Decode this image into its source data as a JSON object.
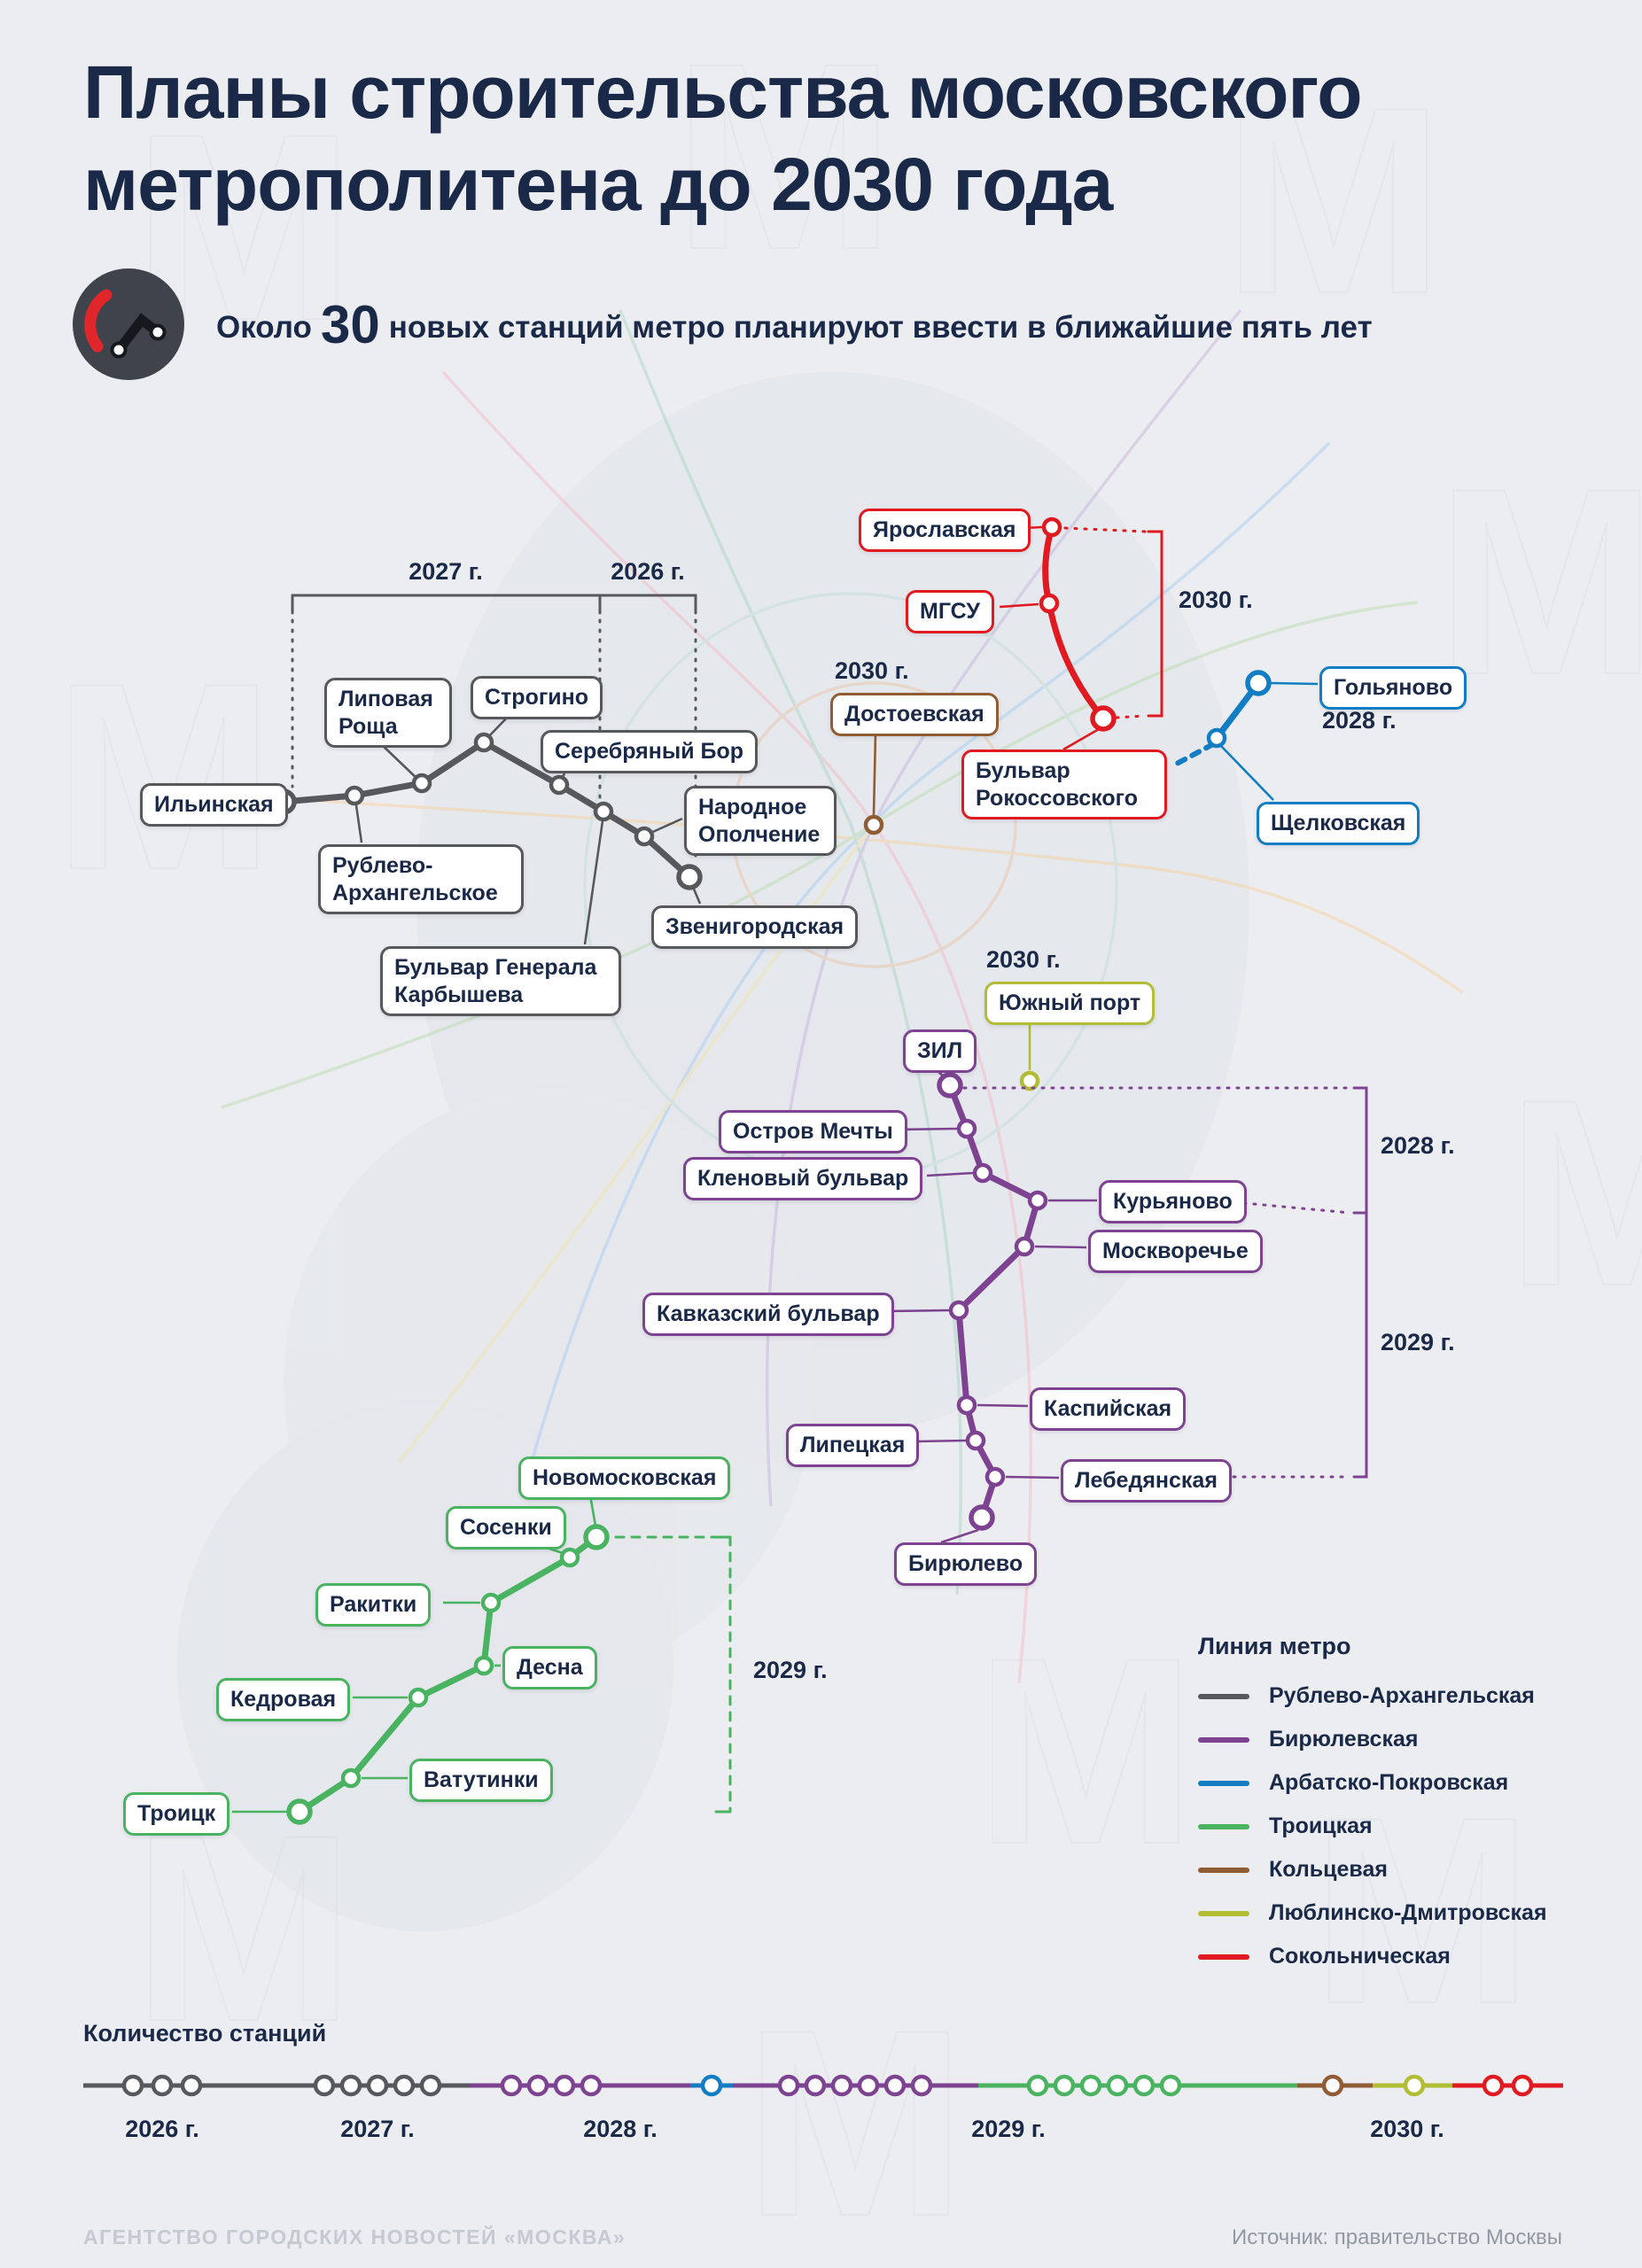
{
  "colors": {
    "navy": "#1a2947",
    "bg": "#ecedf1",
    "line-gray": "#57585c",
    "line-purple": "#7d4391",
    "line-blue": "#127dc2",
    "line-green": "#4ab361",
    "line-brown": "#8f5c33",
    "line-olive": "#b2bd35",
    "line-red": "#e01a20",
    "footer-left": "#c5c9d1",
    "footer-right": "#9298a3"
  },
  "header": {
    "title_line1": "Планы строительства московского",
    "title_line2": "метрополитена до 2030 года",
    "about": {
      "prefix": "Около",
      "count": "30",
      "rest": "новых станций метро планируют ввести в ближайшие пять лет"
    }
  },
  "map": {
    "rublevo": {
      "name": "Рублево-Архангельская",
      "stations": [
        "Ильинская",
        "Рублево-Архангельское",
        "Липовая Роща",
        "Строгино",
        "Серебряный Бор",
        "Народное Ополчение",
        "Бульвар Генерала Карбышева",
        "Звенигородская"
      ],
      "year_2027": "2027 г.",
      "year_2026": "2026 г."
    },
    "sokol": {
      "name": "Сокольническая",
      "stations": [
        "Ярославская",
        "МГСУ",
        "Бульвар Рокоссовского"
      ],
      "year": "2030 г."
    },
    "arbat": {
      "name": "Арбатско-Покровская",
      "stations": [
        "Гольяново",
        "Щелковская"
      ],
      "year": "2028 г."
    },
    "kolc": {
      "name": "Кольцевая",
      "station": "Достоевская",
      "year": "2030 г."
    },
    "lyubl": {
      "name": "Люблинско-Дмитровская",
      "station": "Южный порт",
      "year": "2030 г."
    },
    "biryul": {
      "name": "Бирюлевская",
      "stations": [
        "ЗИЛ",
        "Остров Мечты",
        "Кленовый бульвар",
        "Курьяново",
        "Москворечье",
        "Кавказский бульвар",
        "Каспийская",
        "Липецкая",
        "Лебедянская",
        "Бирюлево"
      ],
      "year_top": "2028 г.",
      "year_bottom": "2029 г."
    },
    "troick": {
      "name": "Троицкая",
      "stations": [
        "Новомосковская",
        "Сосенки",
        "Ракитки",
        "Десна",
        "Кедровая",
        "Ватутинки",
        "Троицк"
      ],
      "year": "2029 г."
    }
  },
  "legend": {
    "title": "Линия метро",
    "items": [
      "Рублево-Архангельская",
      "Бирюлевская",
      "Арбатско-Покровская",
      "Троицкая",
      "Кольцевая",
      "Люблинско-Дмитровская",
      "Сокольническая"
    ]
  },
  "timeline": {
    "title": "Количество станций",
    "groups": [
      {
        "year": "2026 г.",
        "circles": [
          {
            "line": "Рублево-Архангельская",
            "count": 3
          }
        ]
      },
      {
        "year": "2027 г.",
        "circles": [
          {
            "line": "Рублево-Архангельская",
            "count": 5
          }
        ]
      },
      {
        "year": "2028 г.",
        "circles": [
          {
            "line": "Бирюлевская",
            "count": 4
          },
          {
            "line": "Арбатско-Покровская",
            "count": 1
          }
        ]
      },
      {
        "year": "2029 г.",
        "circles": [
          {
            "line": "Бирюлевская",
            "count": 6
          },
          {
            "line": "Троицкая",
            "count": 6
          }
        ]
      },
      {
        "year": "2030 г.",
        "circles": [
          {
            "line": "Кольцевая",
            "count": 1
          },
          {
            "line": "Люблинско-Дмитровская",
            "count": 1
          },
          {
            "line": "Сокольническая",
            "count": 2
          }
        ]
      }
    ]
  },
  "footer": {
    "left": "АГЕНТСТВО ГОРОДСКИХ НОВОСТЕЙ «МОСКВА»",
    "right": "Источник: правительство Москвы"
  }
}
